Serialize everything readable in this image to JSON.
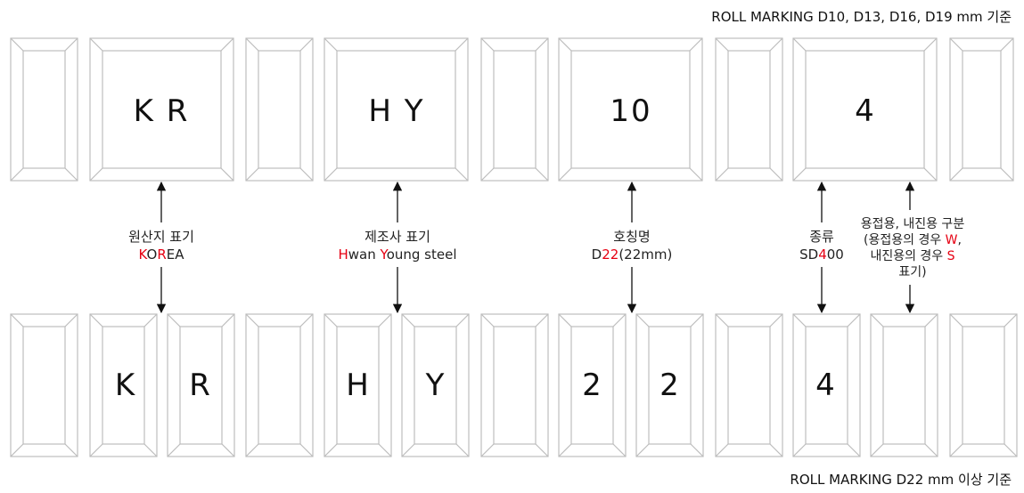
{
  "captions": {
    "top": "ROLL MARKING D10, D13, D16, D19 mm 기준",
    "bottom": "ROLL MARKING D22 mm 이상 기준"
  },
  "top_marks": {
    "origin": "K R",
    "maker": "H Y",
    "size": "10",
    "grade": "4"
  },
  "bottom_marks": {
    "origin_1": "K",
    "origin_2": "R",
    "maker_1": "H",
    "maker_2": "Y",
    "size_1": "2",
    "size_2": "2",
    "grade": "4"
  },
  "labels": {
    "origin": {
      "title": "원산지 표기",
      "l1": "K",
      "l2": "O",
      "l3": "R",
      "l4": "EA"
    },
    "maker": {
      "title": "제조사 표기",
      "l1": "H",
      "l2": "wan ",
      "l3": "Y",
      "l4": "oung steel"
    },
    "size": {
      "title": "호칭명",
      "l1": "D",
      "l2": "22",
      "l3": "(22mm)"
    },
    "grade": {
      "title": "종류",
      "l1": "SD",
      "l2": "4",
      "l3": "00"
    },
    "usage": {
      "line1": "용접용,  내진용 구분",
      "line2a": "(용접용의 경우 ",
      "line2b": "W",
      "line2c": ",",
      "line3a": "내진용의 경우 ",
      "line3b": "S",
      "line4": "표기)"
    }
  },
  "colors": {
    "frame": "#bdbdbd",
    "arrow": "#111111",
    "highlight": "#e60012"
  }
}
